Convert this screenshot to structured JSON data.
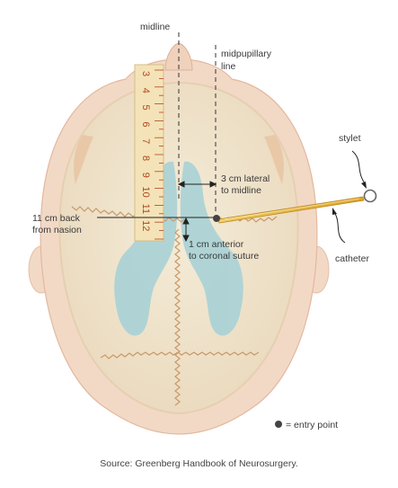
{
  "labels": {
    "midline": "midline",
    "midpupillary_1": "midpupillary",
    "midpupillary_2": "line",
    "stylet": "stylet",
    "lateral_1": "3 cm lateral",
    "lateral_2": "to midline",
    "nasion_1": "11 cm back",
    "nasion_2": "from nasion",
    "anterior_1": "1 cm anterior",
    "anterior_2": "to coronal suture",
    "catheter": "catheter",
    "entry_point": "= entry point"
  },
  "ruler_numbers": [
    "3",
    "4",
    "5",
    "6",
    "7",
    "8",
    "9",
    "10",
    "11",
    "12"
  ],
  "source": "Source: Greenberg Handbook of Neurosurgery.",
  "colors": {
    "skull": "#f2d9c6",
    "skull_rim": "#e9c3ad",
    "skull_inner": "#f0e6cc",
    "ventricle": "#a9d2d6",
    "suture": "#c79a6a",
    "ruler": "#f4e3b8",
    "ruler_ink": "#b4451f",
    "catheter": "#e8b63a"
  }
}
